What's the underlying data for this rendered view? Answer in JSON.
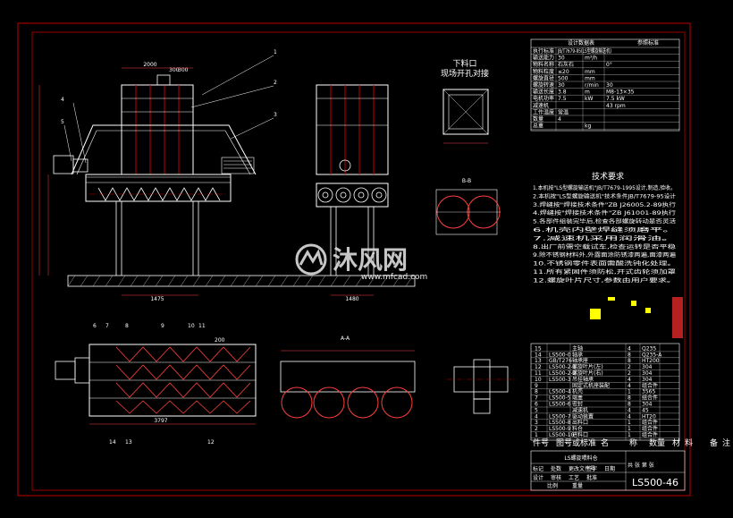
{
  "views": {
    "install_label_line1": "下料口",
    "install_label_line2": "现场开孔对接",
    "section_a_label": "A-A",
    "section_b_label": "B-B"
  },
  "dims": {
    "top_width": "2000",
    "top_a": "300",
    "top_b": "300",
    "bottom_len": "3797",
    "right_len": "200",
    "side_w": "1480",
    "hopper_w": "1475"
  },
  "parts_front": [
    "1",
    "2",
    "3",
    "4",
    "5"
  ],
  "parts_plan": [
    "6",
    "7",
    "8",
    "9",
    "10",
    "11",
    "12",
    "13",
    "14"
  ],
  "tech_req": {
    "title": "技术要求",
    "items": [
      "1.本机按\"LS型螺旋输送机\"JB/T7679-1995设计,制造,验收。",
      "2.本机按\"LS型螺旋输送机\"技术条件JB/T7679-95设计",
      "3.焊缝按\"焊接技术条件\"ZB J26005.2-89执行",
      "4.焊缝按\"焊接技术条件\"ZB J61001-89执行",
      "5.各部件组装完毕后,检查各部螺旋转动是否灵活",
      "6.机壳内壁焊缝须磨平。",
      "7.减速机采用润滑油。",
      "8.出厂前需空载试车,检查运转是否平稳",
      "9.除不锈钢材料外,外露面涂防锈漆两遍,面漆两遍",
      "10.不锈钢零件表面需酸洗钝化处理。",
      "11.所有紧固件须防松,开式齿轮须加罩",
      "12.螺旋叶片尺寸,参数由用户要求。"
    ]
  },
  "design_table": {
    "header": "设计数据表",
    "std": "参照标准",
    "rows": [
      [
        "执行标准",
        "JB/T7679-95(LS型螺旋输送机)",
        "",
        ""
      ],
      [
        "输送能力",
        "30",
        "m³/h",
        ""
      ],
      [
        "物料名称",
        "石灰石",
        "",
        "0°"
      ],
      [
        "物料粒度",
        "≤20",
        "mm",
        ""
      ],
      [
        "螺旋直径",
        "500",
        "mm",
        ""
      ],
      [
        "螺旋转速",
        "30",
        "r/min",
        "30"
      ],
      [
        "输送长度",
        "3.8",
        "m",
        "M8-13×35"
      ],
      [
        "电机功率",
        "7.5",
        "kW",
        "7.5 kW"
      ],
      [
        "减速机",
        "",
        "",
        "43 rpm"
      ],
      [
        "工作温度",
        "常温",
        "",
        ""
      ],
      [
        "数量",
        "4",
        "",
        ""
      ],
      [
        "总重",
        "",
        "kg",
        ""
      ]
    ]
  },
  "bom": {
    "rows": [
      [
        "15",
        "",
        "主轴",
        "4",
        "Q235",
        ""
      ],
      [
        "14",
        "LS500-0",
        "轴承",
        "8",
        "Q235-A",
        ""
      ],
      [
        "13",
        "GB/T276",
        "轴承座",
        "8",
        "HT200",
        ""
      ],
      [
        "12",
        "LS500-2-1",
        "螺旋叶片(左)",
        "2",
        "304",
        ""
      ],
      [
        "11",
        "LS500-2-2",
        "螺旋叶片(右)",
        "2",
        "304",
        ""
      ],
      [
        "10",
        "LS500-3",
        "吊挂轴承",
        "4",
        "304",
        ""
      ],
      [
        "9",
        "",
        "固定式机座装配",
        "4",
        "组合件",
        ""
      ],
      [
        "8",
        "LS500-4",
        "机壳",
        "1",
        "3565",
        ""
      ],
      [
        "7",
        "LS500-5",
        "端盖",
        "8",
        "组合件",
        ""
      ],
      [
        "6",
        "LS500-6",
        "密封",
        "8",
        "304",
        ""
      ],
      [
        "5",
        "",
        "减速机",
        "4",
        "45",
        ""
      ],
      [
        "4",
        "LS500-7",
        "驱动装置",
        "4",
        "HT20",
        ""
      ],
      [
        "3",
        "LS500-8",
        "出料口",
        "1",
        "组合件",
        ""
      ],
      [
        "2",
        "LS500-9",
        "料仓",
        "1",
        "组合件",
        ""
      ],
      [
        "1",
        "LS500-10",
        "进料口",
        "1",
        "组合件",
        ""
      ]
    ],
    "headers": [
      "件号",
      "图号或标准",
      "名",
      "称",
      "数量",
      "材",
      "料",
      "备",
      "注"
    ]
  },
  "title_block": {
    "product": "LS螺旋喂料仓",
    "drawing_no": "LS500-46",
    "labels": [
      "标记",
      "处数",
      "更改文件号",
      "签字",
      "日期",
      "设计",
      "审核",
      "工艺",
      "批准"
    ],
    "scale_lbl": "比例",
    "weight_lbl": "重量",
    "sheet_lbl": "共 张 第 张"
  },
  "watermark": {
    "brand": "沐风网",
    "url": "www.mfcad.com"
  },
  "colors": {
    "frame": "#c00000",
    "geometry": "#ffffff",
    "dim": "#ff4040",
    "hatch": "#b0b0b0",
    "accent": "#ffff00",
    "bar": "#b52020"
  }
}
